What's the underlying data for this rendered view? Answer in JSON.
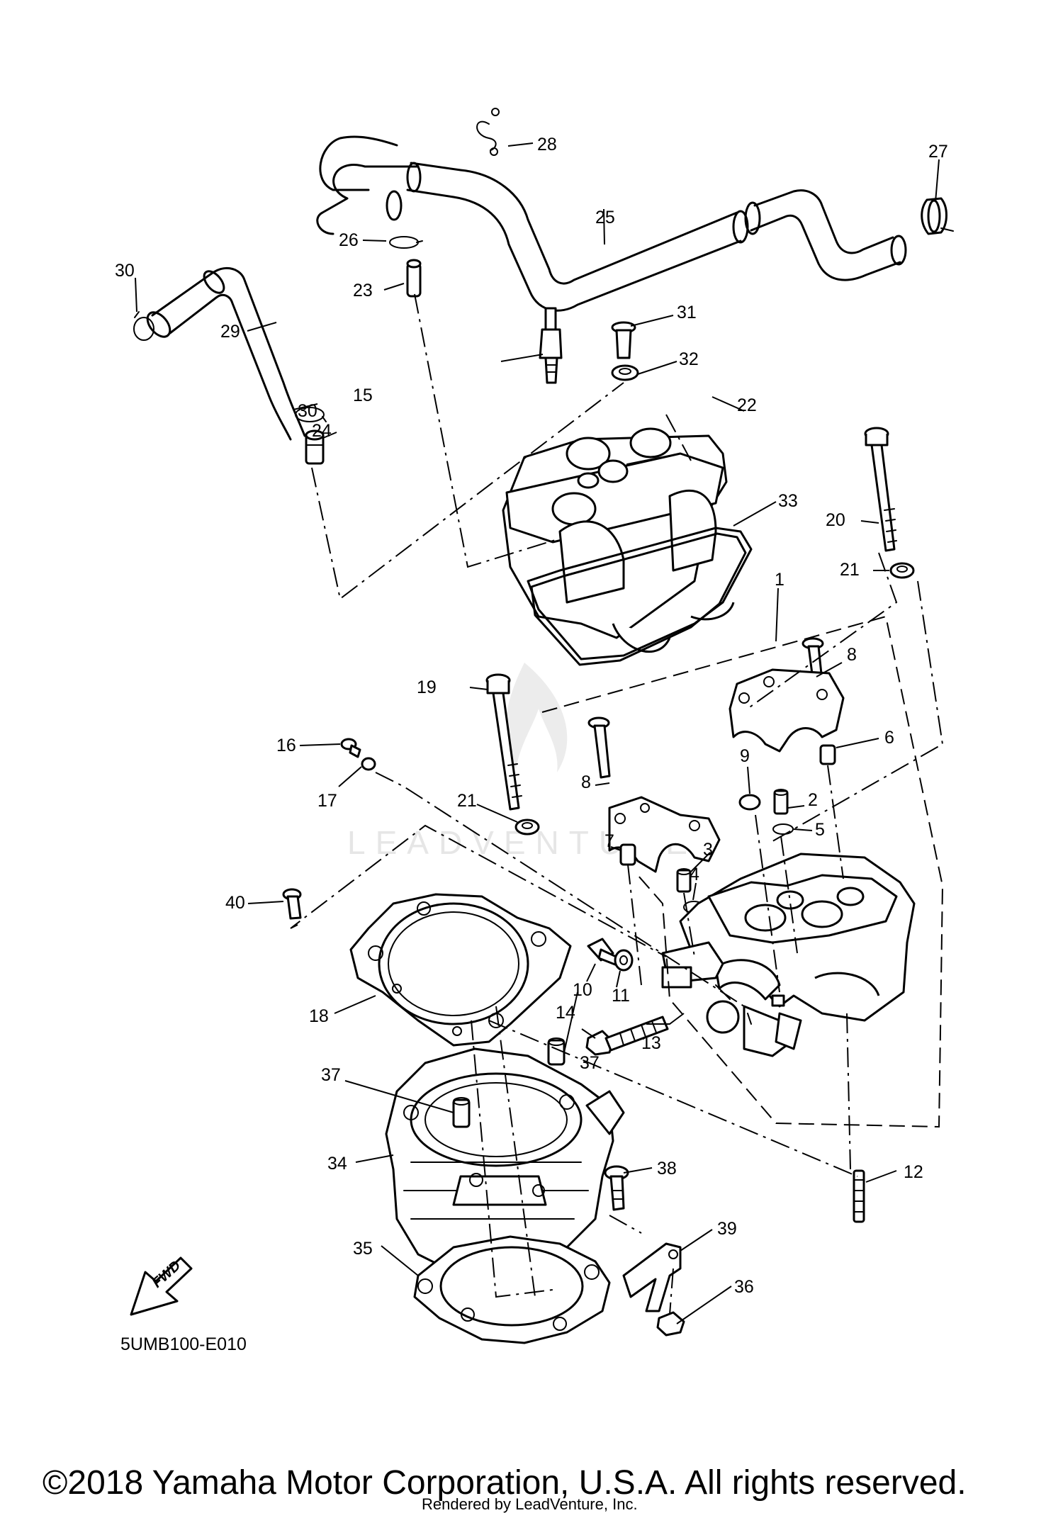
{
  "diagram_code": "5UMB100-E010",
  "copyright": "©2018 Yamaha Motor Corporation, U.S.A. All rights reserved.",
  "rendered_by": "Rendered by LeadVenture, Inc.",
  "watermark": "LEADVENTURE",
  "fwd_label": "FWD",
  "callouts": {
    "c1": "1",
    "c2": "2",
    "c3": "3",
    "c4": "4",
    "c5": "5",
    "c6": "6",
    "c7": "7",
    "c8a": "8",
    "c8b": "8",
    "c9": "9",
    "c10": "10",
    "c11": "11",
    "c12": "12",
    "c13": "13",
    "c14": "14",
    "c15": "15",
    "c16": "16",
    "c17": "17",
    "c18": "18",
    "c19": "19",
    "c20": "20",
    "c21a": "21",
    "c21b": "21",
    "c22": "22",
    "c23": "23",
    "c24": "24",
    "c25": "25",
    "c26": "26",
    "c27": "27",
    "c28": "28",
    "c29": "29",
    "c30a": "30",
    "c30b": "30",
    "c31": "31",
    "c32": "32",
    "c33": "33",
    "c34": "34",
    "c35": "35",
    "c36": "36",
    "c37a": "37",
    "c37b": "37",
    "c38": "38",
    "c39": "39",
    "c40": "40"
  }
}
